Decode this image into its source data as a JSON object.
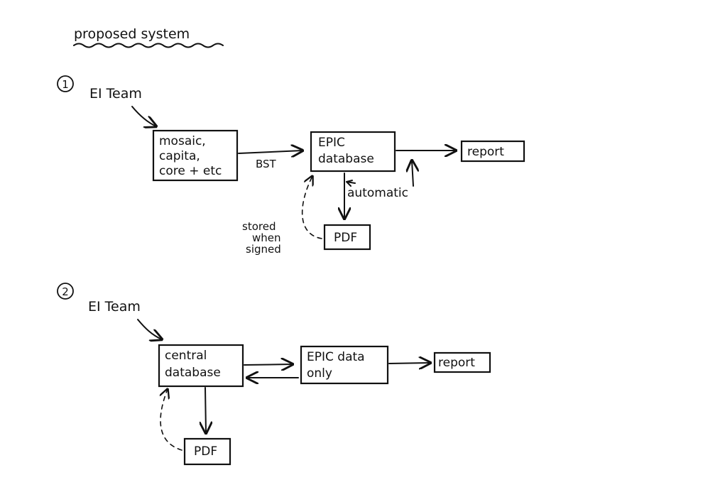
{
  "title": "proposed system",
  "sections": [
    {
      "number": "1",
      "actor": "EI Team",
      "source_box": [
        "mosaic,",
        "capita,",
        "core + etc"
      ],
      "edge_label": "BST",
      "database_box": [
        "EPIC",
        "database"
      ],
      "report_box": "report",
      "auto_label": "automatic",
      "pdf_box": "PDF",
      "stored_label": [
        "stored",
        "when",
        "signed"
      ]
    },
    {
      "number": "2",
      "actor": "EI Team",
      "central_box": [
        "central",
        "database"
      ],
      "epic_box": [
        "EPIC data",
        "only"
      ],
      "report_box": "report",
      "pdf_box": "PDF"
    }
  ]
}
